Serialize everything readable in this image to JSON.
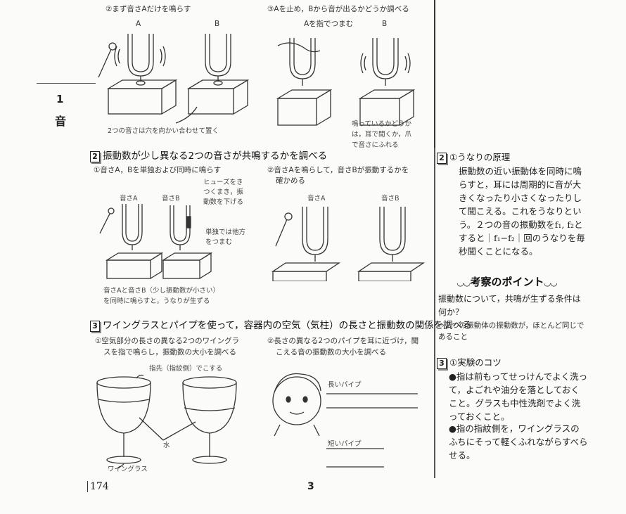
{
  "chapter": {
    "number": "1",
    "title": "音"
  },
  "experiment_top": {
    "step2": "②まず音さAだけを鳴らす",
    "step3": "③Aを止め，Bから音が出るかどうか調べる",
    "label_a": "A",
    "label_b": "B",
    "pinch_note": "Aを指でつまむ",
    "label_b2": "B",
    "caption": "2つの音さは穴を向かい合わせて置く",
    "note_lines": [
      "鳴っているかどうか",
      "は，耳で聞くか，爪",
      "で音さにふれる"
    ]
  },
  "section2": {
    "number": "2",
    "title": "振動数が少し異なる2つの音さが共鳴するかを調べる",
    "step1": "①音さA，Bを単独および同時に鳴らす",
    "step2_lines": [
      "②音さAを鳴らして，音さBが振動するかを",
      "確かめる"
    ],
    "fork_a": "音さA",
    "fork_b": "音さB",
    "fuse_note": [
      "ヒューズをき",
      "つくまき，振",
      "動数を下げる"
    ],
    "pinch_note": [
      "単独では他方",
      "をつまむ"
    ],
    "fork_a2": "音さA",
    "fork_b2": "音さB",
    "caption": [
      "音さAと音さB（少し振動数が小さい）",
      "を同時に鳴らすと，うなりが生ずる"
    ]
  },
  "section3": {
    "number": "3",
    "title": "ワイングラスとパイプを使って，容器内の空気（気柱）の長さと振動数の関係を調べる",
    "step1_lines": [
      "①空気部分の長さの異なる2つのワイングラ",
      "スを指で鳴らし，振動数の大小を調べる"
    ],
    "step2_lines": [
      "②長さの異なる2つのパイプを耳に近づけ，聞",
      "こえる音の振動数の大小を調べる"
    ],
    "finger_note": "指先（指紋側）でこする",
    "water": "水",
    "wineglass": "ワイングラス",
    "long_pipe": "長いパイプ",
    "short_pipe": "短いパイプ"
  },
  "sidebar": {
    "beat": {
      "number": "2",
      "heading": "①うなりの原理",
      "body": "振動数の近い振動体を同時に鳴らすと，耳には周期的に音が大きくなったり小さくなったりして聞こえる。これをうなりという。２つの音の振動数をf₁, f₂とすると｜f₁−f₂｜回のうなりを毎秒聞くことになる。"
    },
    "point": {
      "heading": "考察のポイント",
      "question": "振動数について，共鳴が生ずる条件は何か？",
      "answer": "⇨２つの振動体の振動数が，ほとんど同じであること"
    },
    "tips": {
      "number": "3",
      "heading": "①実験のコツ",
      "items": [
        "●指は前もってせっけんでよく洗って，よごれや油分を落としておくこと。グラスも中性洗剤でよく洗っておくこと。",
        "●指の指紋側を，ワイングラスのふちにそって軽くふれながらすべらせる。"
      ]
    }
  },
  "footer": {
    "page_left": "174",
    "page_center": "3"
  }
}
